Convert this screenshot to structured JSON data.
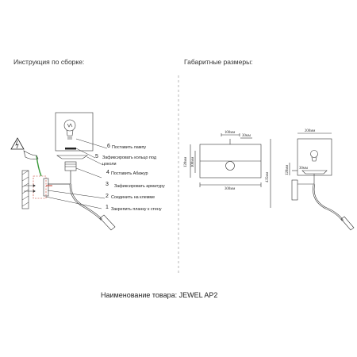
{
  "headers": {
    "assembly": "Инструкция по сборке:",
    "dimensions": "Габаритные размеры:"
  },
  "steps": [
    {
      "num": "6",
      "text": "Поставить лампу"
    },
    {
      "num": "5",
      "text": "Зафиксировать кольцо под",
      "text2": "цоколи"
    },
    {
      "num": "4",
      "text": "Поставить Абажур"
    },
    {
      "num": "3",
      "text": "Зафиксировать арматуру"
    },
    {
      "num": "2",
      "text": "Соединить на клеммe"
    },
    {
      "num": "1",
      "text": "Закрепить планку к стену"
    }
  ],
  "dimensions": {
    "top_width_left": "100мм",
    "top_small": "30мм",
    "left_height_outer": "120мм",
    "left_height_inner": "100мм",
    "bottom_width": "300мм",
    "top_width_right": "200мм",
    "right_height_total": "435мм",
    "right_shade_height": "120мм",
    "right_small": "30мм"
  },
  "product": {
    "label": "Наименование товара:",
    "name": "JEWEL AP2"
  }
}
